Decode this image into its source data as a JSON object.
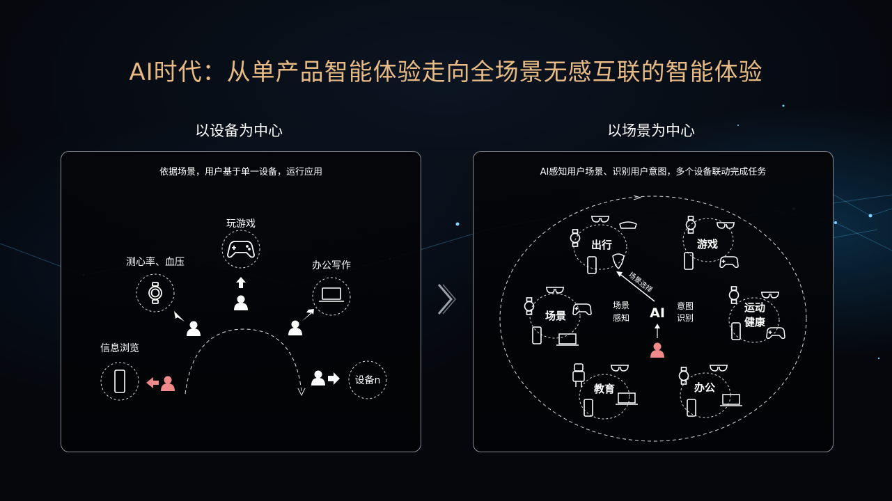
{
  "title": "AI时代：从单产品智能体验走向全场景无感互联的智能体验",
  "left": {
    "heading": "以设备为中心",
    "caption": "依据场景，用户基于单一设备，运行应用",
    "labels": {
      "game": "玩游戏",
      "heart": "测心率、血压",
      "office": "办公写作",
      "browse": "信息浏览",
      "device_n": "设备n"
    }
  },
  "right": {
    "heading": "以场景为中心",
    "caption": "AI感知用户场景、识别用户意图，多个设备联动完成任务",
    "labels": {
      "travel": "出行",
      "game": "游戏",
      "sport_1": "运动",
      "sport_2": "健康",
      "scene": "场景",
      "education": "教育",
      "office": "办公",
      "ai": "AI",
      "perceive_1": "场景",
      "perceive_2": "感知",
      "intent_1": "意图",
      "intent_2": "识别",
      "select": "场景选择"
    }
  },
  "colors": {
    "title": "#e8bb85",
    "user_highlight": "#f08a8a",
    "line": "#cfd3d8"
  },
  "icons": [
    "smartwatch-icon",
    "gamepad-icon",
    "laptop-icon",
    "phone-icon",
    "vr-glasses-icon",
    "car-icon",
    "robot-icon",
    "user-icon",
    "arrow-up-icon",
    "chevron-right-icon"
  ]
}
